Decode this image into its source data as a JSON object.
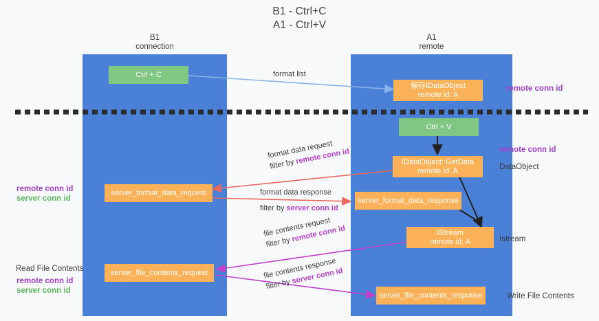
{
  "title": {
    "line1": "B1 - Ctrl+C",
    "line2": "A1 - Ctrl+V"
  },
  "columns": [
    {
      "name": "B1",
      "sub": "connection"
    },
    {
      "name": "A1",
      "sub": "remote"
    }
  ],
  "boxes": {
    "ctrl_c": "Ctrl + C",
    "ctrl_v": "Ctrl + V",
    "save_idataobject_l1": "保存IDataObject",
    "save_idataobject_l2": "remote id: A",
    "getdata_l1": "IDataObject::GetData",
    "getdata_l2": "remote id: A",
    "istream_l1": "IStream",
    "istream_l2": "remote id: A",
    "server_format_data_request": "server_format_data_request",
    "server_format_data_response": "server_format_data_response",
    "server_file_contents_request": "server_file_contents_request",
    "server_file_contents_response": "server_file_contents_response"
  },
  "edges": {
    "format_list": "format list",
    "format_data_request": "format data request",
    "filter_by_remote_conn_id": "filter by ",
    "remote_conn_id": "remote conn id",
    "format_data_response": "format data response",
    "filter_by_server_conn_id": "filter by ",
    "server_conn_id": "server conn id",
    "file_contents_request": "file contents request",
    "file_contents_response": "file contents response"
  },
  "side_labels": {
    "right_remote_conn_id_top": "remote conn id",
    "right_remote_conn_id_mid": "remote conn id",
    "right_dataobject": "DataObject",
    "right_istream": "Istream",
    "right_write_file_contents": "Write File Contents",
    "left_remote_conn_id_mid": "remote conn id",
    "left_server_conn_id_mid": "server conn id",
    "left_read_file_contents": "Read File Contents",
    "left_remote_conn_id_bottom": "remote conn id",
    "left_server_conn_id_bottom": "server conn id"
  },
  "colors": {
    "lane": "#4a80d6",
    "green_box": "#81c784",
    "orange_box": "#fbb157",
    "purple": "#a23fc4",
    "green_text": "#5cb85c",
    "arrow_blue": "#8ab4e8",
    "arrow_red": "#e8685f",
    "arrow_magenta": "#c13fc9",
    "arrow_black": "#222222",
    "divider": "#2b2b2b",
    "background": "#f8f9fa"
  }
}
